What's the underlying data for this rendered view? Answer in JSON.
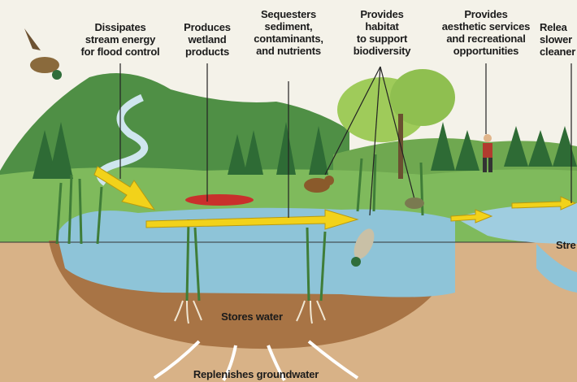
{
  "labels": {
    "flood": [
      "Dissipates",
      "stream energy",
      "for flood control"
    ],
    "wetland_products": [
      "Produces",
      "wetland",
      "products"
    ],
    "sediment": [
      "Sequesters",
      "sediment,",
      "contaminants,",
      "and nutrients"
    ],
    "habitat": [
      "Provides",
      "habitat",
      "to support",
      "biodiversity"
    ],
    "aesthetic": [
      "Provides",
      "aesthetic services",
      "and recreational",
      "opportunities"
    ],
    "release": [
      "Relea",
      "slower",
      "cleaner"
    ],
    "stream": "Stre",
    "stores_water": "Stores water",
    "groundwater": "Replenishes groundwater"
  },
  "colors": {
    "background": "#f4f2e9",
    "mountain": "#4f8f45",
    "hills": "#6fa850",
    "water": "#8ec4d8",
    "soil": "#b9875a",
    "arrow": "#f2d21a"
  }
}
